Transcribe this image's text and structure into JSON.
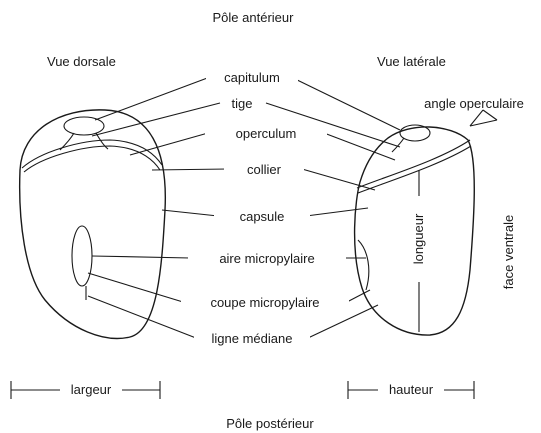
{
  "title_top": "Pôle antérieur",
  "title_bottom": "Pôle postérieur",
  "view_left": "Vue dorsale",
  "view_right": "Vue latérale",
  "labels": {
    "capitulum": "capitulum",
    "tige": "tige",
    "operculum": "operculum",
    "collier": "collier",
    "capsule": "capsule",
    "aire_micropylaire": "aire micropylaire",
    "coupe_micropylaire": "coupe micropylaire",
    "ligne_mediane": "ligne médiane",
    "angle_operculaire": "angle operculaire",
    "longueur": "longueur",
    "face_ventrale": "face ventrale"
  },
  "scale_left": "largeur",
  "scale_right": "hauteur"
}
